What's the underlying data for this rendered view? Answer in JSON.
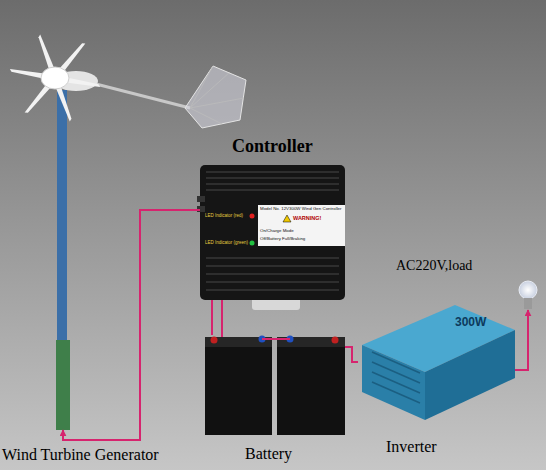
{
  "diagram": {
    "nodes": [
      {
        "text": [
          "Wind Turbine Generator"
        ]
      },
      {
        "text": [
          "Controller"
        ]
      },
      {
        "text": [
          "AC220V,load"
        ]
      },
      {
        "text": [
          "Battery"
        ]
      },
      {
        "text": [
          "Inverter"
        ]
      }
    ],
    "edges": [
      {
        "from": 1,
        "to": 0,
        "arrow": "to"
      },
      {
        "from": 1,
        "to": 3,
        "arrow": "none"
      },
      {
        "from": 3,
        "to": 4,
        "arrow": "none"
      },
      {
        "from": 4,
        "to": 2,
        "arrow": "to"
      }
    ],
    "labels": [
      "Model No. 12V300W Wind Gen Controller",
      "WARNING!",
      "On/Charge Mode",
      "Off/Battery Full/Braking",
      "LED Indicator (red)",
      "LED Indicator (green)",
      "300W"
    ]
  }
}
